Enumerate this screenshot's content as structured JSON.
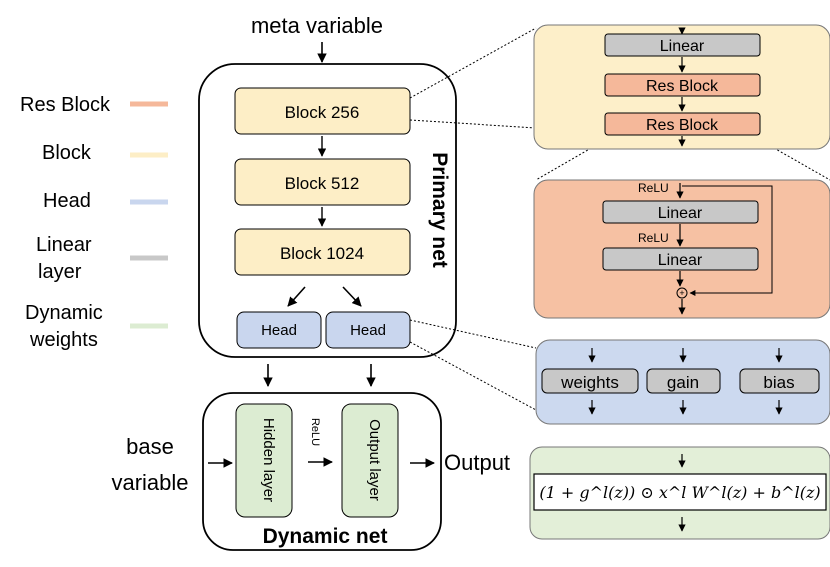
{
  "diagram": {
    "top_input": "meta variable",
    "primary_net": {
      "title": "Primary net",
      "blocks": [
        "Block 256",
        "Block 512",
        "Block 1024"
      ],
      "heads": [
        "Head",
        "Head"
      ]
    },
    "dynamic_net": {
      "title": "Dynamic net",
      "hidden_layer": "Hidden layer",
      "output_layer": "Output layer",
      "activation": "ReLU"
    },
    "base_input": [
      "base",
      "variable"
    ],
    "output_label": "Output",
    "legend": [
      {
        "label": [
          "Res Block"
        ],
        "color": "#f5b89a"
      },
      {
        "label": [
          "Block"
        ],
        "color": "#fdeec6"
      },
      {
        "label": [
          "Head"
        ],
        "color": "#c9d6ee"
      },
      {
        "label": [
          "Linear",
          "layer"
        ],
        "color": "#c8c8c8"
      },
      {
        "label": [
          "Dynamic",
          "weights"
        ],
        "color": "#dcecd2"
      }
    ],
    "block_detail": {
      "layers": [
        "Linear",
        "Res Block",
        "Res Block"
      ]
    },
    "resblock_detail": {
      "relu1": "ReLU",
      "linear1": "Linear",
      "relu2": "ReLU",
      "linear2": "Linear",
      "sum_symbol": "+"
    },
    "head_detail": {
      "outputs": [
        "weights",
        "gain",
        "bias"
      ]
    },
    "formula_detail": {
      "formula": "(1 + g^l(z)) ⊙ x^l W^l(z) + b^l(z)"
    },
    "colors": {
      "block": "#fdeec6",
      "res_block": "#f5b89a",
      "head": "#c9d6ee",
      "linear": "#c8c8c8",
      "dynamic": "#dcecd2",
      "panel_block": "#fdefc9",
      "panel_res": "#f6c1a3",
      "panel_head": "#ccd9ef",
      "panel_dynamic": "#e3efd8"
    }
  }
}
